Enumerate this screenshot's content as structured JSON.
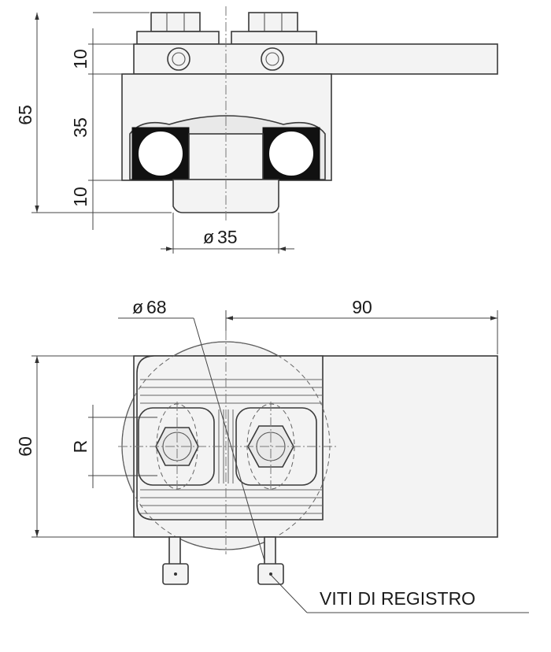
{
  "dimensions": {
    "height_total": "65",
    "height_top": "10",
    "height_middle": "35",
    "height_bottom": "10",
    "shaft_diameter": "35",
    "wheel_diameter": "68",
    "plate_length": "90",
    "plate_height": "60",
    "radius_label": "R",
    "diameter_symbol": "ø"
  },
  "callouts": {
    "adjustment_screws": "VITI DI REGISTRO"
  }
}
